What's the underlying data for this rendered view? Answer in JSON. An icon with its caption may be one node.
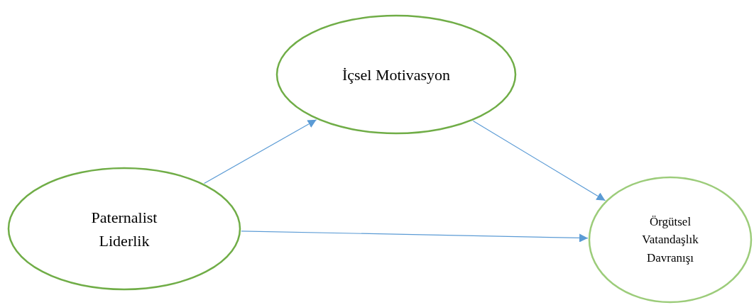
{
  "diagram": {
    "nodes": [
      {
        "text": [
          "Paternalist Liderlik"
        ]
      },
      {
        "text": [
          "İçsel Motivasyon"
        ]
      },
      {
        "text": [
          "Örgütsel Vatandaşlık Davranışı"
        ]
      }
    ],
    "edges": [
      {
        "from": 0,
        "to": 1,
        "arrow": "to"
      },
      {
        "from": 1,
        "to": 2,
        "arrow": "to"
      },
      {
        "from": 0,
        "to": 2,
        "arrow": "to"
      }
    ]
  }
}
